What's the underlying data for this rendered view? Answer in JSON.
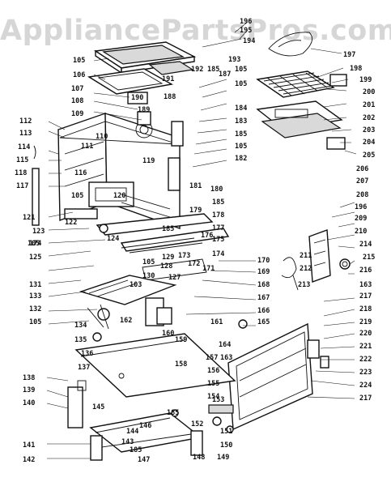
{
  "watermark": "AppliancePartsPros.com",
  "labels": {
    "p196": "196",
    "p195": "195",
    "p194": "194",
    "p197": "197",
    "p105a": "105",
    "p193": "193",
    "p198": "198",
    "p199": "199",
    "p106": "106",
    "p192": "192",
    "p185a": "185",
    "p187": "187",
    "p105b": "105",
    "p190": "190",
    "p191": "191",
    "p107": "107",
    "p108": "108",
    "p188": "188",
    "p200": "200",
    "p201": "201",
    "p189": "189",
    "p184": "184",
    "p109": "109",
    "p202": "202",
    "p203": "203",
    "p112": "112",
    "p183": "183",
    "p113": "113",
    "p110": "110",
    "p185b": "185",
    "p204": "204",
    "p114": "114",
    "p111": "111",
    "p105c": "105",
    "p205": "205",
    "p115": "115",
    "p116": "116",
    "p119": "119",
    "p182": "182",
    "p118": "118",
    "p206": "206",
    "p117": "117",
    "p207": "207",
    "p181": "181",
    "p180": "180",
    "p105d": "105",
    "p120": "120",
    "p208": "208",
    "p185c": "185",
    "p179": "179",
    "p121": "121",
    "p178": "178",
    "p209": "209",
    "p196b": "196",
    "p122": "122",
    "p123": "123",
    "p177": "177",
    "p185d": "185",
    "p176": "176",
    "p210": "210",
    "p124": "124",
    "p174a": "174",
    "p175": "175",
    "p214": "214",
    "p105e": "105",
    "p215": "215",
    "p125": "125",
    "p129": "129",
    "p173": "173",
    "p174b": "174",
    "p105f": "105",
    "p128": "128",
    "p172": "172",
    "p171": "171",
    "p170": "170",
    "p211": "211",
    "p212": "212",
    "p216": "216",
    "p131": "131",
    "p127": "127",
    "p169": "169",
    "p130": "130",
    "p213": "213",
    "p168": "168",
    "p163a": "163",
    "p133": "133",
    "p103": "103",
    "p132": "132",
    "p167": "167",
    "p217a": "217",
    "p166": "166",
    "p218": "218",
    "p134": "134",
    "p161": "161",
    "p162": "162",
    "p165": "165",
    "p219": "219",
    "p105g": "105",
    "p135": "135",
    "p160": "160",
    "p220": "220",
    "p136": "136",
    "p159": "159",
    "p164": "164",
    "p221": "221",
    "p137": "137",
    "p158": "158",
    "p157": "157",
    "p163b": "163",
    "p222": "222",
    "p156": "156",
    "p223": "223",
    "p138": "138",
    "p155": "155",
    "p139": "139",
    "p145": "145",
    "p154": "154",
    "p224": "224",
    "p140": "140",
    "p153": "153",
    "p217b": "217",
    "p185e": "185",
    "p152": "152",
    "p146": "146",
    "p144": "144",
    "p151": "151",
    "p143": "143",
    "p150": "150",
    "p141": "141",
    "p185f": "185",
    "p148": "148",
    "p149": "149",
    "p142": "142",
    "p147": "147"
  }
}
